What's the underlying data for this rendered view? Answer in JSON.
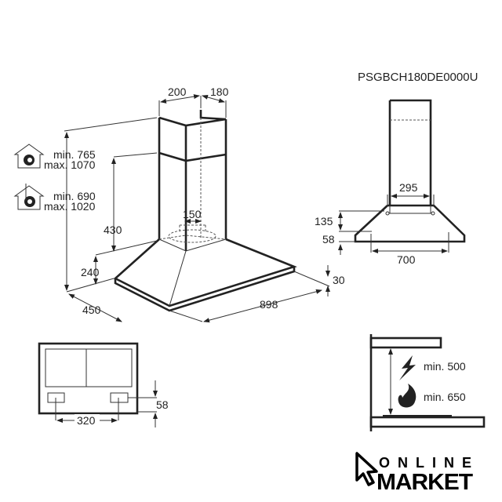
{
  "model_code": "PSGBCH180DE0000U",
  "main_view": {
    "chimney_width": "200",
    "chimney_depth": "180",
    "outlet_diameter": "150",
    "height_430": "430",
    "height_240": "240",
    "depth_450": "450",
    "width_898": "898",
    "lip_30": "30",
    "extraction_mode": {
      "icon": "house-extraction-icon",
      "min": "min. 765",
      "max": "max. 1070"
    },
    "recirculation_mode": {
      "icon": "house-recirculation-icon",
      "min": "min. 690",
      "max": "max. 1020"
    }
  },
  "side_view": {
    "chimney_width": "295",
    "height_135": "135",
    "height_58": "58",
    "width_700": "700"
  },
  "bottom_view": {
    "spacing_320": "320",
    "offset_58": "58"
  },
  "clearance": {
    "electric": {
      "icon": "lightning-icon",
      "label": "min. 500"
    },
    "gas": {
      "icon": "flame-icon",
      "label": "min. 650"
    }
  },
  "brand": {
    "line1": "ONLINE",
    "line2": "MARKET"
  }
}
